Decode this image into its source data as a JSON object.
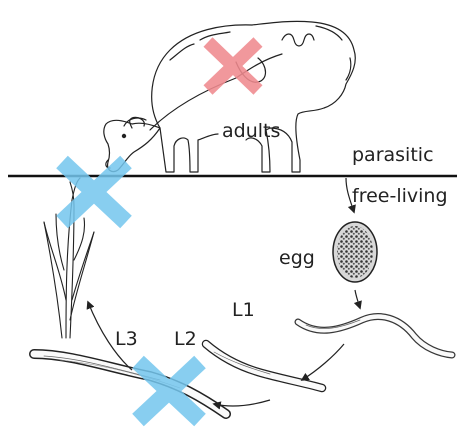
{
  "labels": {
    "adults": "adults",
    "parasitic": "parasitic",
    "free_living": "free-living",
    "egg": "egg",
    "l1": "L1",
    "l2": "L2",
    "l3": "L3"
  },
  "colors": {
    "ink": "#222222",
    "red_cross": "#f08a8f",
    "blue_cross": "#74c6ee",
    "egg_fill": "#d8d8d8"
  },
  "icons": {
    "red_cross": "x-mark",
    "blue_cross": "x-mark"
  }
}
